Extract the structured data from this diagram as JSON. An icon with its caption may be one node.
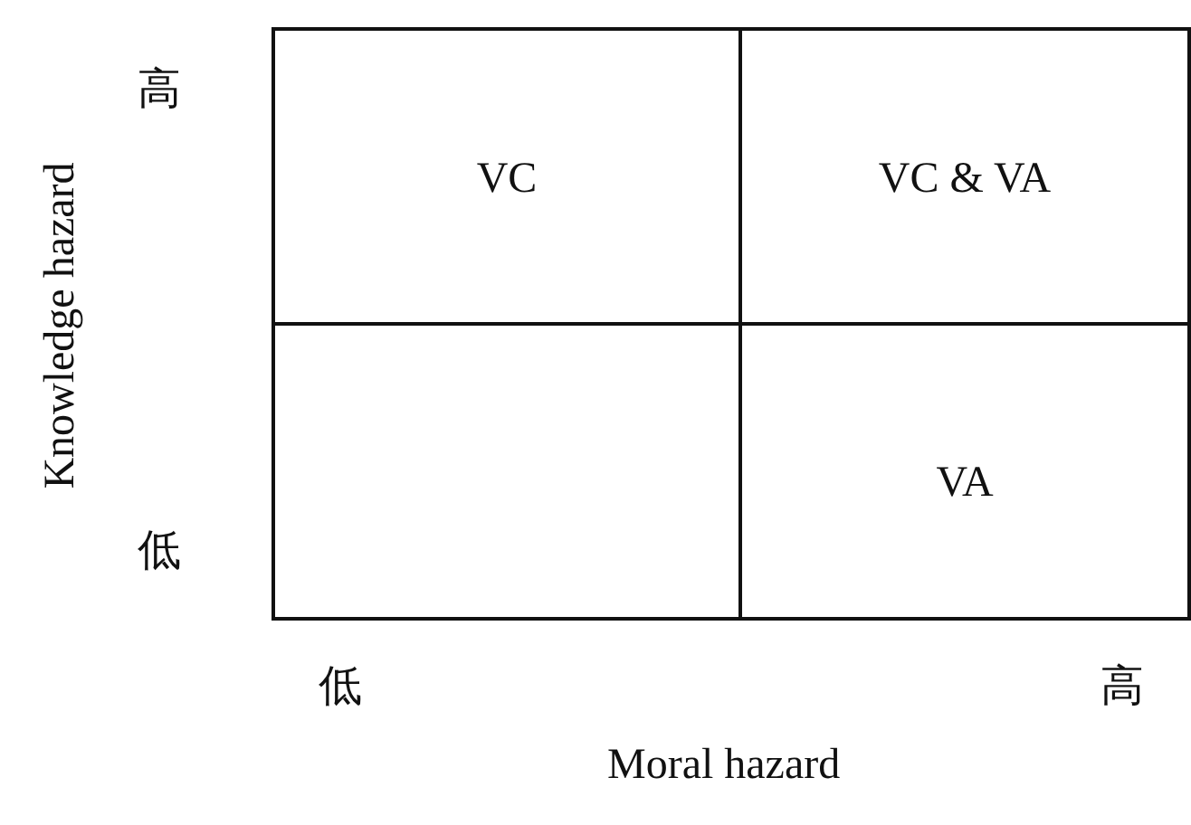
{
  "diagram": {
    "nodes": [
      {
        "text": [
          "VC"
        ]
      },
      {
        "text": [
          "VC & VA"
        ]
      },
      {
        "text": [],
        "shape": "box"
      },
      {
        "text": [
          "VA"
        ]
      }
    ],
    "labels": [
      "Knowledge hazard",
      "高",
      "低",
      "低",
      "高",
      "Moral hazard"
    ]
  }
}
